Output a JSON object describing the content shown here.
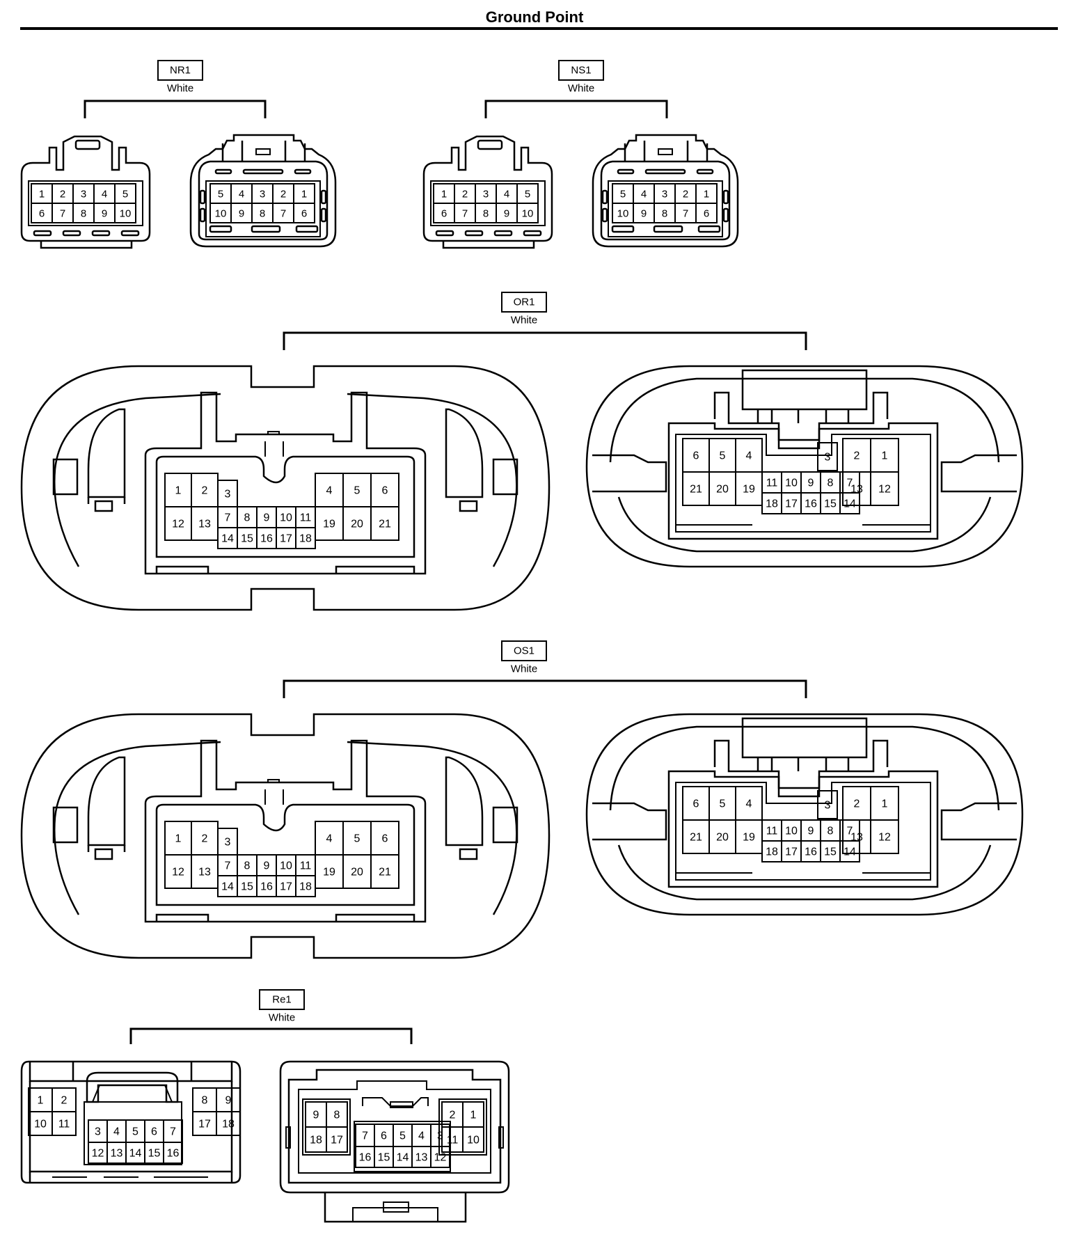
{
  "title": "Ground Point",
  "connectors": [
    {
      "id": "NR1",
      "color": "White",
      "views": [
        {
          "rows": [
            [
              "1",
              "2",
              "3",
              "4",
              "5"
            ],
            [
              "6",
              "7",
              "8",
              "9",
              "10"
            ]
          ]
        },
        {
          "rows": [
            [
              "5",
              "4",
              "3",
              "2",
              "1"
            ],
            [
              "10",
              "9",
              "8",
              "7",
              "6"
            ]
          ]
        }
      ]
    },
    {
      "id": "NS1",
      "color": "White",
      "views": [
        {
          "rows": [
            [
              "1",
              "2",
              "3",
              "4",
              "5"
            ],
            [
              "6",
              "7",
              "8",
              "9",
              "10"
            ]
          ]
        },
        {
          "rows": [
            [
              "5",
              "4",
              "3",
              "2",
              "1"
            ],
            [
              "10",
              "9",
              "8",
              "7",
              "6"
            ]
          ]
        }
      ]
    },
    {
      "id": "OR1",
      "color": "White",
      "views": [
        {
          "left_block": [
            [
              "1",
              "2"
            ],
            [
              "12",
              "13"
            ]
          ],
          "mid_top": [
            "3"
          ],
          "mid_row": [
            "7",
            "8",
            "9",
            "10",
            "11"
          ],
          "mid_bottom": [
            "14",
            "15",
            "16",
            "17",
            "18"
          ],
          "right_block": [
            [
              "4",
              "5",
              "6"
            ],
            [
              "19",
              "20",
              "21"
            ]
          ]
        },
        {
          "left_block": [
            [
              "6",
              "5",
              "4"
            ],
            [
              "21",
              "20",
              "19"
            ]
          ],
          "mid_top": [
            "3"
          ],
          "mid_row": [
            "11",
            "10",
            "9",
            "8",
            "7"
          ],
          "mid_bottom": [
            "18",
            "17",
            "16",
            "15",
            "14"
          ],
          "right_block": [
            [
              "2",
              "1"
            ],
            [
              "13",
              "12"
            ]
          ]
        }
      ]
    },
    {
      "id": "OS1",
      "color": "White",
      "views": [
        {
          "left_block": [
            [
              "1",
              "2"
            ],
            [
              "12",
              "13"
            ]
          ],
          "mid_top": [
            "3"
          ],
          "mid_row": [
            "7",
            "8",
            "9",
            "10",
            "11"
          ],
          "mid_bottom": [
            "14",
            "15",
            "16",
            "17",
            "18"
          ],
          "right_block": [
            [
              "4",
              "5",
              "6"
            ],
            [
              "19",
              "20",
              "21"
            ]
          ]
        },
        {
          "left_block": [
            [
              "6",
              "5",
              "4"
            ],
            [
              "21",
              "20",
              "19"
            ]
          ],
          "mid_top": [
            "3"
          ],
          "mid_row": [
            "11",
            "10",
            "9",
            "8",
            "7"
          ],
          "mid_bottom": [
            "18",
            "17",
            "16",
            "15",
            "14"
          ],
          "right_block": [
            [
              "2",
              "1"
            ],
            [
              "13",
              "12"
            ]
          ]
        }
      ]
    },
    {
      "id": "Re1",
      "color": "White",
      "views": [
        {
          "left_block": [
            [
              "1",
              "2"
            ],
            [
              "10",
              "11"
            ]
          ],
          "mid_top": [
            "3",
            "4",
            "5",
            "6",
            "7"
          ],
          "mid_bottom": [
            "12",
            "13",
            "14",
            "15",
            "16"
          ],
          "right_block": [
            [
              "8",
              "9"
            ],
            [
              "17",
              "18"
            ]
          ]
        },
        {
          "left_block": [
            [
              "9",
              "8"
            ],
            [
              "18",
              "17"
            ]
          ],
          "mid_top": [
            "7",
            "6",
            "5",
            "4",
            "3"
          ],
          "mid_bottom": [
            "16",
            "15",
            "14",
            "13",
            "12"
          ],
          "right_block": [
            [
              "2",
              "1"
            ],
            [
              "11",
              "10"
            ]
          ]
        }
      ]
    }
  ]
}
